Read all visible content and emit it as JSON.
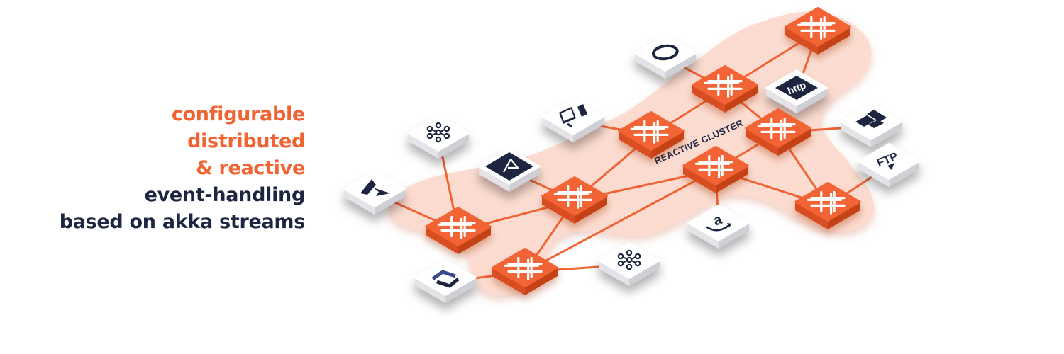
{
  "tagline": {
    "highlight": [
      "configurable",
      "distributed",
      "& reactive"
    ],
    "plain": [
      "event-handling",
      "based on akka streams"
    ]
  },
  "cluster_label": "REACTIVE CLUSTER",
  "colors": {
    "accent": "#f26334",
    "dark_text": "#1d2540",
    "cluster_fill": "#fcdcd0",
    "node_face": "#f26334",
    "tile_face": "#ffffff"
  },
  "nodes": [
    {
      "id": "node-top-right"
    },
    {
      "id": "node-upper-mid"
    },
    {
      "id": "node-center-upper"
    },
    {
      "id": "node-right"
    },
    {
      "id": "node-center"
    },
    {
      "id": "node-mid-left"
    },
    {
      "id": "node-far-right"
    },
    {
      "id": "node-left"
    },
    {
      "id": "node-bottom"
    }
  ],
  "connectors": [
    {
      "id": "postgres-db-icon",
      "kind": "db"
    },
    {
      "id": "computer-icon",
      "kind": "computer"
    },
    {
      "id": "http-icon",
      "kind": "http",
      "text": "http"
    },
    {
      "id": "kafka-icon-top",
      "kind": "kafka"
    },
    {
      "id": "layout-icon",
      "kind": "layout"
    },
    {
      "id": "arrow-logo-icon",
      "kind": "arrow"
    },
    {
      "id": "ftp-icon",
      "kind": "ftp",
      "text": "FTP"
    },
    {
      "id": "azure-icon",
      "kind": "azure"
    },
    {
      "id": "amazon-icon",
      "kind": "amazon",
      "text": "a"
    },
    {
      "id": "hex-logo-icon",
      "kind": "hex"
    },
    {
      "id": "kafka-icon-bottom",
      "kind": "kafka"
    }
  ]
}
